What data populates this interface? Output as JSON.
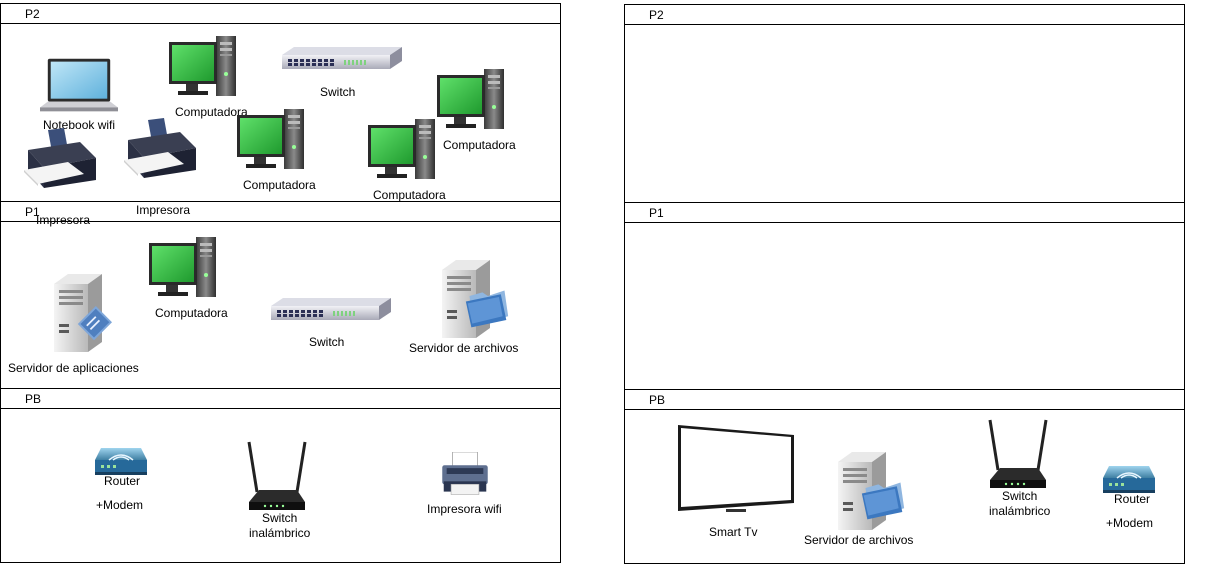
{
  "left": {
    "floors": {
      "p2": "P2",
      "p1": "P1",
      "pb": "PB"
    },
    "p2_devices": {
      "notebook": "Notebook wifi",
      "pc1": "Computadora",
      "switch": "Switch",
      "pc2": "Computadora",
      "pc3": "Computadora",
      "pc4": "Computadora",
      "printer1": "Impresora",
      "printer2": "Impresora"
    },
    "p1_devices": {
      "pc": "Computadora",
      "switch": "Switch",
      "app_server": "Servidor de aplicaciones",
      "file_server": "Servidor de archivos"
    },
    "pb_devices": {
      "router": "Router",
      "modem": "+Modem",
      "wireless_switch_line1": "Switch",
      "wireless_switch_line2": "inalámbrico",
      "wifi_printer": "Impresora wifi"
    }
  },
  "right": {
    "floors": {
      "p2": "P2",
      "p1": "P1",
      "pb": "PB"
    },
    "pb_devices": {
      "smart_tv": "Smart Tv",
      "file_server": "Servidor de archivos",
      "wireless_switch_line1": "Switch",
      "wireless_switch_line2": "inalámbrico",
      "router": "Router",
      "modem": "+Modem"
    }
  }
}
